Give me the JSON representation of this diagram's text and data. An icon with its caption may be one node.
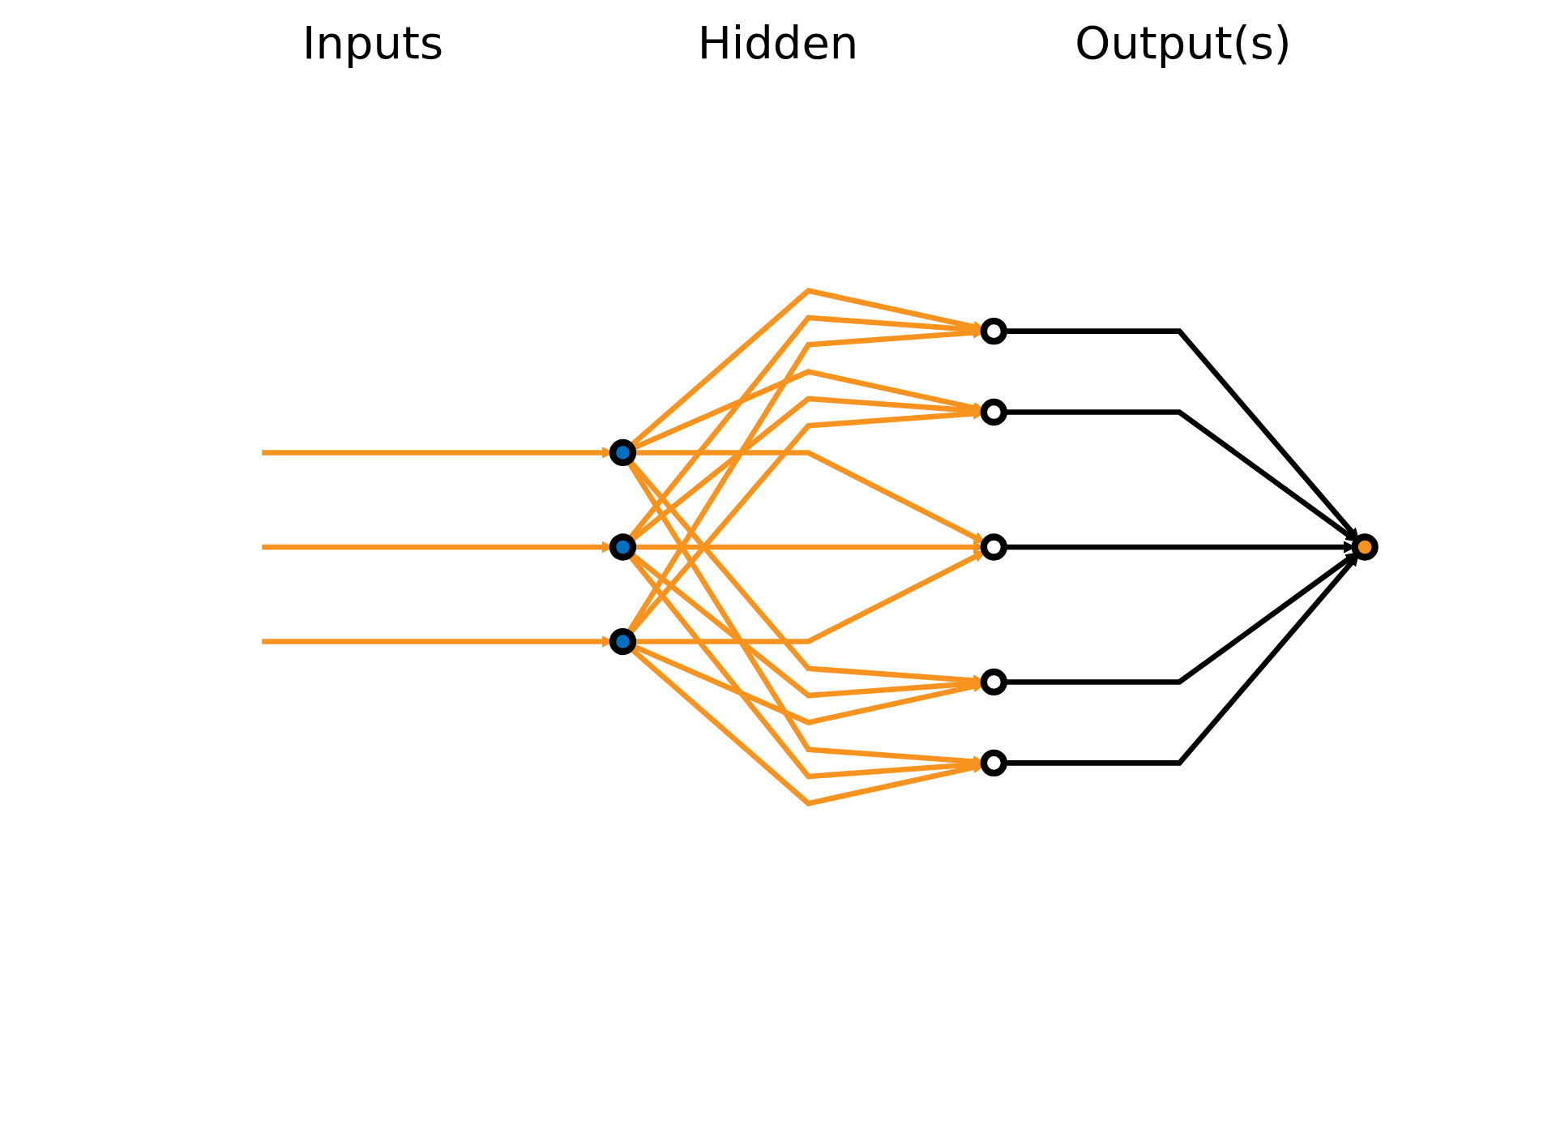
{
  "diagram": {
    "nodes": [
      {
        "text": [],
        "shape": "circle"
      },
      {
        "text": [],
        "shape": "circle"
      },
      {
        "text": [],
        "shape": "circle"
      },
      {
        "text": [],
        "shape": "circle"
      },
      {
        "text": [],
        "shape": "circle"
      },
      {
        "text": [],
        "shape": "circle"
      },
      {
        "text": [],
        "shape": "circle"
      },
      {
        "text": [],
        "shape": "circle"
      },
      {
        "text": [],
        "shape": "circle"
      }
    ],
    "edges": [
      {
        "from": null,
        "to": 0,
        "arrow": "to"
      },
      {
        "from": null,
        "to": 1,
        "arrow": "to"
      },
      {
        "from": null,
        "to": 2,
        "arrow": "to"
      },
      {
        "from": 0,
        "to": 3,
        "arrow": "to"
      },
      {
        "from": 0,
        "to": 4,
        "arrow": "to"
      },
      {
        "from": 0,
        "to": 5,
        "arrow": "to"
      },
      {
        "from": 0,
        "to": 6,
        "arrow": "to"
      },
      {
        "from": 0,
        "to": 7,
        "arrow": "to"
      },
      {
        "from": 1,
        "to": 3,
        "arrow": "to"
      },
      {
        "from": 1,
        "to": 4,
        "arrow": "to"
      },
      {
        "from": 1,
        "to": 5,
        "arrow": "to"
      },
      {
        "from": 1,
        "to": 6,
        "arrow": "to"
      },
      {
        "from": 1,
        "to": 7,
        "arrow": "to"
      },
      {
        "from": 2,
        "to": 3,
        "arrow": "to"
      },
      {
        "from": 2,
        "to": 4,
        "arrow": "to"
      },
      {
        "from": 2,
        "to": 5,
        "arrow": "to"
      },
      {
        "from": 2,
        "to": 6,
        "arrow": "to"
      },
      {
        "from": 2,
        "to": 7,
        "arrow": "to"
      },
      {
        "from": 3,
        "to": 8,
        "arrow": "to",
        "color": "#000000"
      },
      {
        "from": 4,
        "to": 8,
        "arrow": "to",
        "color": "#000000"
      },
      {
        "from": 5,
        "to": 8,
        "arrow": "to",
        "color": "#000000"
      },
      {
        "from": 6,
        "to": 8,
        "arrow": "to",
        "color": "#000000"
      },
      {
        "from": 7,
        "to": 8,
        "arrow": "to",
        "color": "#000000"
      }
    ],
    "labels": [
      "Hidden",
      "Inputs",
      "Output(s)"
    ]
  }
}
